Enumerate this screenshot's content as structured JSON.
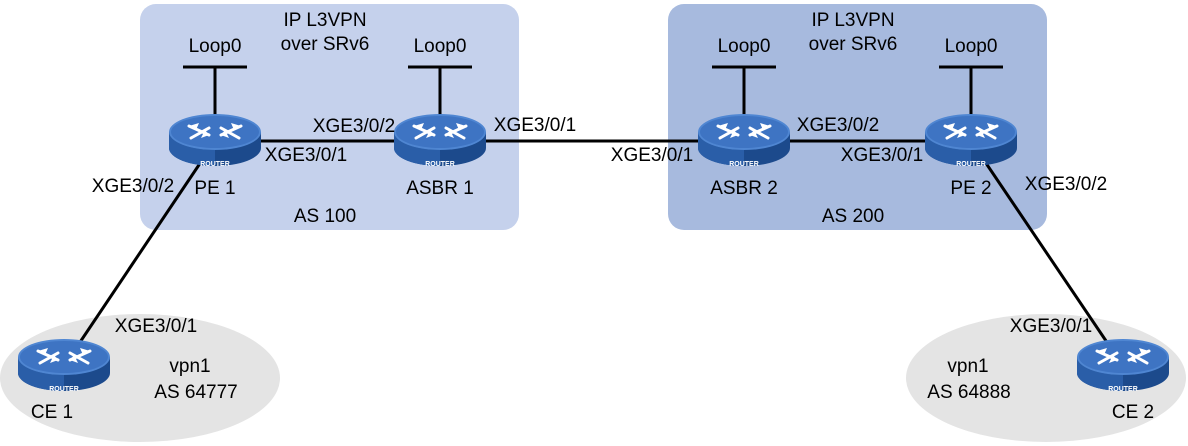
{
  "colors": {
    "as100_fill": "#c5d1ec",
    "as200_fill": "#a7bade",
    "vpn_fill": "#e4e4e4",
    "router_body": "#2f62ac",
    "router_top": "#5a8fd8",
    "router_side": "#1c4a8c"
  },
  "regions": {
    "as100": {
      "title_line1": "IP L3VPN",
      "title_line2": "over SRv6",
      "as_label": "AS 100"
    },
    "as200": {
      "title_line1": "IP L3VPN",
      "title_line2": "over SRv6",
      "as_label": "AS 200"
    },
    "vpn_left": {
      "name": "vpn1",
      "as_label": "AS 64777"
    },
    "vpn_right": {
      "name": "vpn1",
      "as_label": "AS 64888"
    }
  },
  "devices": {
    "pe1": {
      "name": "PE 1",
      "badge": "ROUTER",
      "loop": "Loop0",
      "icon": "router-icon"
    },
    "asbr1": {
      "name": "ASBR 1",
      "badge": "ROUTER",
      "loop": "Loop0",
      "icon": "router-icon"
    },
    "asbr2": {
      "name": "ASBR 2",
      "badge": "ROUTER",
      "loop": "Loop0",
      "icon": "router-icon"
    },
    "pe2": {
      "name": "PE 2",
      "badge": "ROUTER",
      "loop": "Loop0",
      "icon": "router-icon"
    },
    "ce1": {
      "name": "CE 1",
      "badge": "ROUTER",
      "icon": "router-icon"
    },
    "ce2": {
      "name": "CE 2",
      "badge": "ROUTER",
      "icon": "router-icon"
    }
  },
  "interfaces": {
    "pe1_to_asbr1": "XGE3/0/1",
    "asbr1_to_pe1": "XGE3/0/2",
    "asbr1_to_asbr2": "XGE3/0/1",
    "asbr2_to_asbr1": "XGE3/0/1",
    "asbr2_to_pe2": "XGE3/0/2",
    "pe2_to_asbr2": "XGE3/0/1",
    "pe1_to_ce1": "XGE3/0/2",
    "ce1_to_pe1": "XGE3/0/1",
    "pe2_to_ce2": "XGE3/0/2",
    "ce2_to_pe2": "XGE3/0/1"
  }
}
